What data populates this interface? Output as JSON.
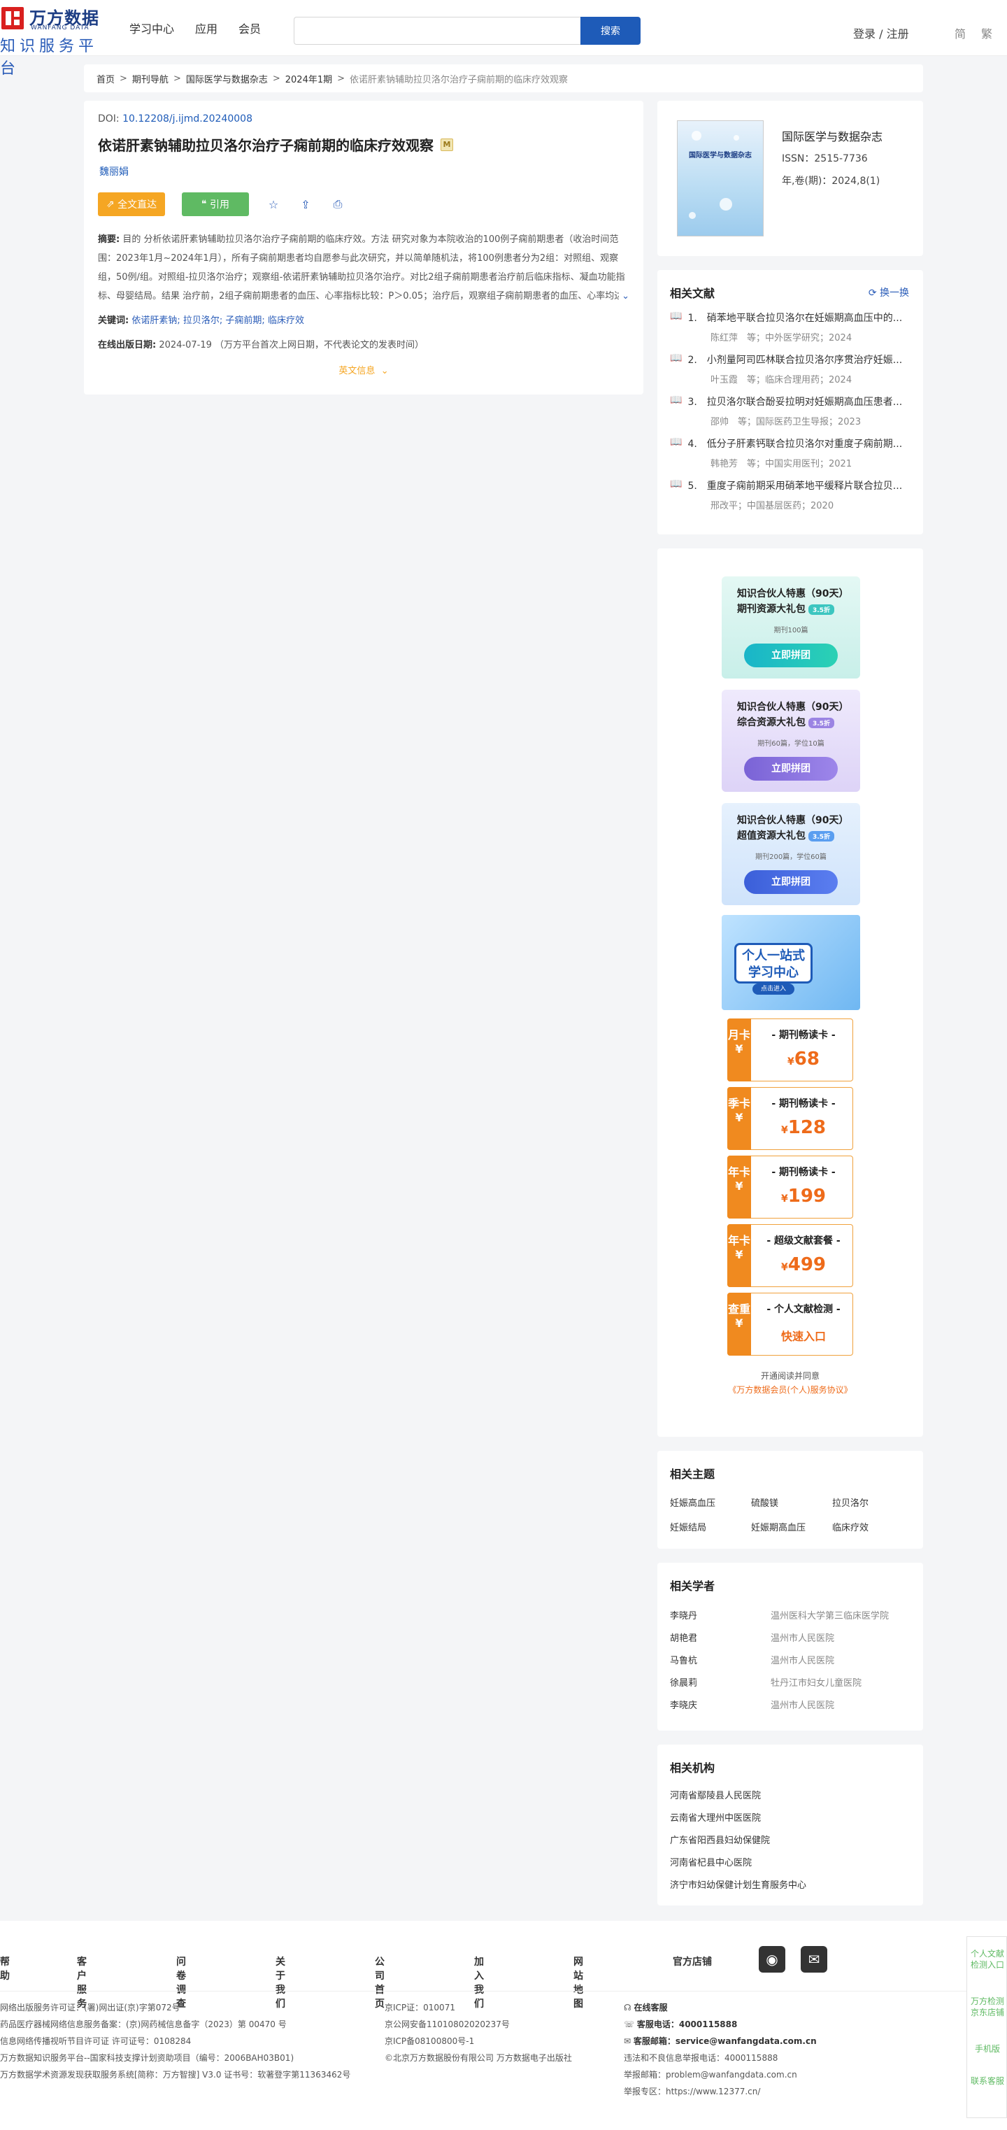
{
  "header": {
    "logo_cn": "万方数据",
    "logo_en": "WANFANG DATA",
    "logo_sub": "知识服务平台",
    "nav": [
      "学习中心",
      "应用",
      "会员"
    ],
    "search_placeholder": "",
    "search_button": "搜索",
    "login": "登录 / 注册",
    "lang_simplified": "简",
    "lang_traditional": "繁"
  },
  "breadcrumb": {
    "items": [
      "首页",
      "期刊导航",
      "国际医学与数据杂志",
      "2024年1期"
    ],
    "current": "依诺肝素钠辅助拉贝洛尔治疗子痫前期的临床疗效观察"
  },
  "article": {
    "doi_label": "DOI:",
    "doi": "10.12208/j.ijmd.20240008",
    "title": "依诺肝素钠辅助拉贝洛尔治疗子痫前期的临床疗效观察",
    "badge": "M",
    "author": "魏丽娟",
    "btn_full": "全文直达",
    "btn_cite": "引用",
    "abstract_label": "摘要:",
    "abstract": "目的 分析依诺肝素钠辅助拉贝洛尔治疗子痫前期的临床疗效。方法 研究对象为本院收治的100例子痫前期患者（收治时间范围：2023年1月~2024年1月），所有子痫前期患者均自愿参与此次研究，并以简单随机法，将100例患者分为2组：对照组、观察组，50例/组。对照组-拉贝洛尔治疗；观察组-依诺肝素钠辅助拉贝洛尔治疗。对比2组子痫前期患者治疗前后临床指标、凝血功能指标、母婴结局。结果 治疗前，2组子痫前期患者的血压、心率指标比较：P＞0.05；治疗后，观察组子痫前期患者的血压、心率均达到正常水平，与对照组相比较（P＜0.05）；治疗前，2组子痫前期患者的凝血功能...",
    "keywords_label": "关键词:",
    "keywords": [
      "依诺肝素钠;",
      "拉贝洛尔;",
      "子痫前期;",
      "临床疗效"
    ],
    "pub_label": "在线出版日期:",
    "pub_date": "2024-07-19",
    "pub_note": "（万方平台首次上网日期，不代表论文的发表时间）",
    "english_info": "英文信息"
  },
  "journal": {
    "cover_title": "国际医学与数据杂志",
    "name": "国际医学与数据杂志",
    "issn": "ISSN：2515-7736",
    "year": "年,卷(期)：2024,8(1)"
  },
  "related": {
    "title": "相关文献",
    "refresh": "换一换",
    "items": [
      {
        "title": "1.　硝苯地平联合拉贝洛尔在妊娠期高血压中的...",
        "meta": "陈红萍　等；中外医学研究；2024"
      },
      {
        "title": "2.　小剂量阿司匹林联合拉贝洛尔序贯治疗妊娠...",
        "meta": "叶玉霞　等；临床合理用药；2024"
      },
      {
        "title": "3.　拉贝洛尔联合酚妥拉明对妊娠期高血压患者...",
        "meta": "邵帅　等；国际医药卫生导报；2023"
      },
      {
        "title": "4.　低分子肝素钙联合拉贝洛尔对重度子痫前期...",
        "meta": "韩艳芳　等；中国实用医刊；2021"
      },
      {
        "title": "5.　重度子痫前期采用硝苯地平缓释片联合拉贝...",
        "meta": "邢改平；中国基层医药；2020"
      }
    ]
  },
  "ads": {
    "promos": [
      {
        "t1": "知识合伙人特惠（90天）",
        "t2": "期刊资源大礼包",
        "tag": "3.5折",
        "t3": "期刊100篇",
        "btn": "立即拼团"
      },
      {
        "t1": "知识合伙人特惠（90天）",
        "t2": "综合资源大礼包",
        "tag": "3.5折",
        "t3": "期刊60篇，学位10篇",
        "btn": "立即拼团"
      },
      {
        "t1": "知识合伙人特惠（90天）",
        "t2": "超值资源大礼包",
        "tag": "3.5折",
        "t3": "期刊200篇，学位60篇",
        "btn": "立即拼团"
      }
    ],
    "banner_title": "个人一站式学习中心",
    "banner_sub": "点击进入",
    "cards": [
      {
        "side": "月卡¥",
        "title": "- 期刊畅读卡 -",
        "price": "68",
        "quick": ""
      },
      {
        "side": "季卡¥",
        "title": "- 期刊畅读卡 -",
        "price": "128",
        "quick": ""
      },
      {
        "side": "年卡¥",
        "title": "- 期刊畅读卡 -",
        "price": "199",
        "quick": ""
      },
      {
        "side": "年卡¥",
        "title": "- 超级文献套餐 -",
        "price": "499",
        "quick": ""
      },
      {
        "side": "查重¥",
        "title": "- 个人文献检测 -",
        "price": "",
        "quick": "快速入口"
      }
    ],
    "currency": "¥",
    "foot1": "开通阅读并同意",
    "foot2": "《万方数据会员(个人)服务协议》"
  },
  "topics": {
    "title": "相关主题",
    "items": [
      "妊娠高血压",
      "硫酸镁",
      "拉贝洛尔",
      "妊娠结局",
      "妊娠期高血压",
      "临床疗效"
    ]
  },
  "scholars": {
    "title": "相关学者",
    "items": [
      {
        "name": "李晓丹",
        "org": "温州医科大学第三临床医学院"
      },
      {
        "name": "胡艳君",
        "org": "温州市人民医院"
      },
      {
        "name": "马鲁杭",
        "org": "温州市人民医院"
      },
      {
        "name": "徐晨莉",
        "org": "牡丹江市妇女儿童医院"
      },
      {
        "name": "李晓庆",
        "org": "温州市人民医院"
      }
    ]
  },
  "institutions": {
    "title": "相关机构",
    "items": [
      "河南省鄢陵县人民医院",
      "云南省大理州中医医院",
      "广东省阳西县妇幼保健院",
      "河南省杞县中心医院",
      "济宁市妇幼保健计划生育服务中心"
    ]
  },
  "footer": {
    "nav": [
      "帮助",
      "客户服务",
      "问卷调查",
      "关于我们",
      "公司首页",
      "加入我们",
      "网站地图",
      "官方店铺"
    ],
    "col1": [
      "网络出版服务许可证：(署)网出证(京)字第072号",
      "药品医疗器械网络信息服务备案：(京)网药械信息备字（2023）第 00470 号",
      "信息网络传播视听节目许可证 许可证号：0108284",
      "万方数据知识服务平台--国家科技支撑计划资助项目（编号：2006BAH03B01)",
      "万方数据学术资源发现获取服务系统[简称：万方智搜] V3.0 证书号：软著登字第11363462号"
    ],
    "col2": [
      "京ICP证：010071",
      "京公网安备11010802020237号",
      "京ICP备08100800号-1",
      "©北京万方数据股份有限公司 万方数据电子出版社"
    ],
    "col3_service": "在线客服",
    "col3_phone_label": "客服电话：",
    "col3_phone": "4000115888",
    "col3_mail_label": "客服邮箱：",
    "col3_mail": "service@wanfangdata.com.cn",
    "col3_lines": [
      "违法和不良信息举报电话：4000115888",
      "举报邮箱：problem@wanfangdata.com.cn",
      "举报专区：https://www.12377.cn/"
    ]
  },
  "rightbar": [
    "个人文献检测入口",
    "万方检测京东店铺",
    "手机版",
    "联系客服"
  ]
}
